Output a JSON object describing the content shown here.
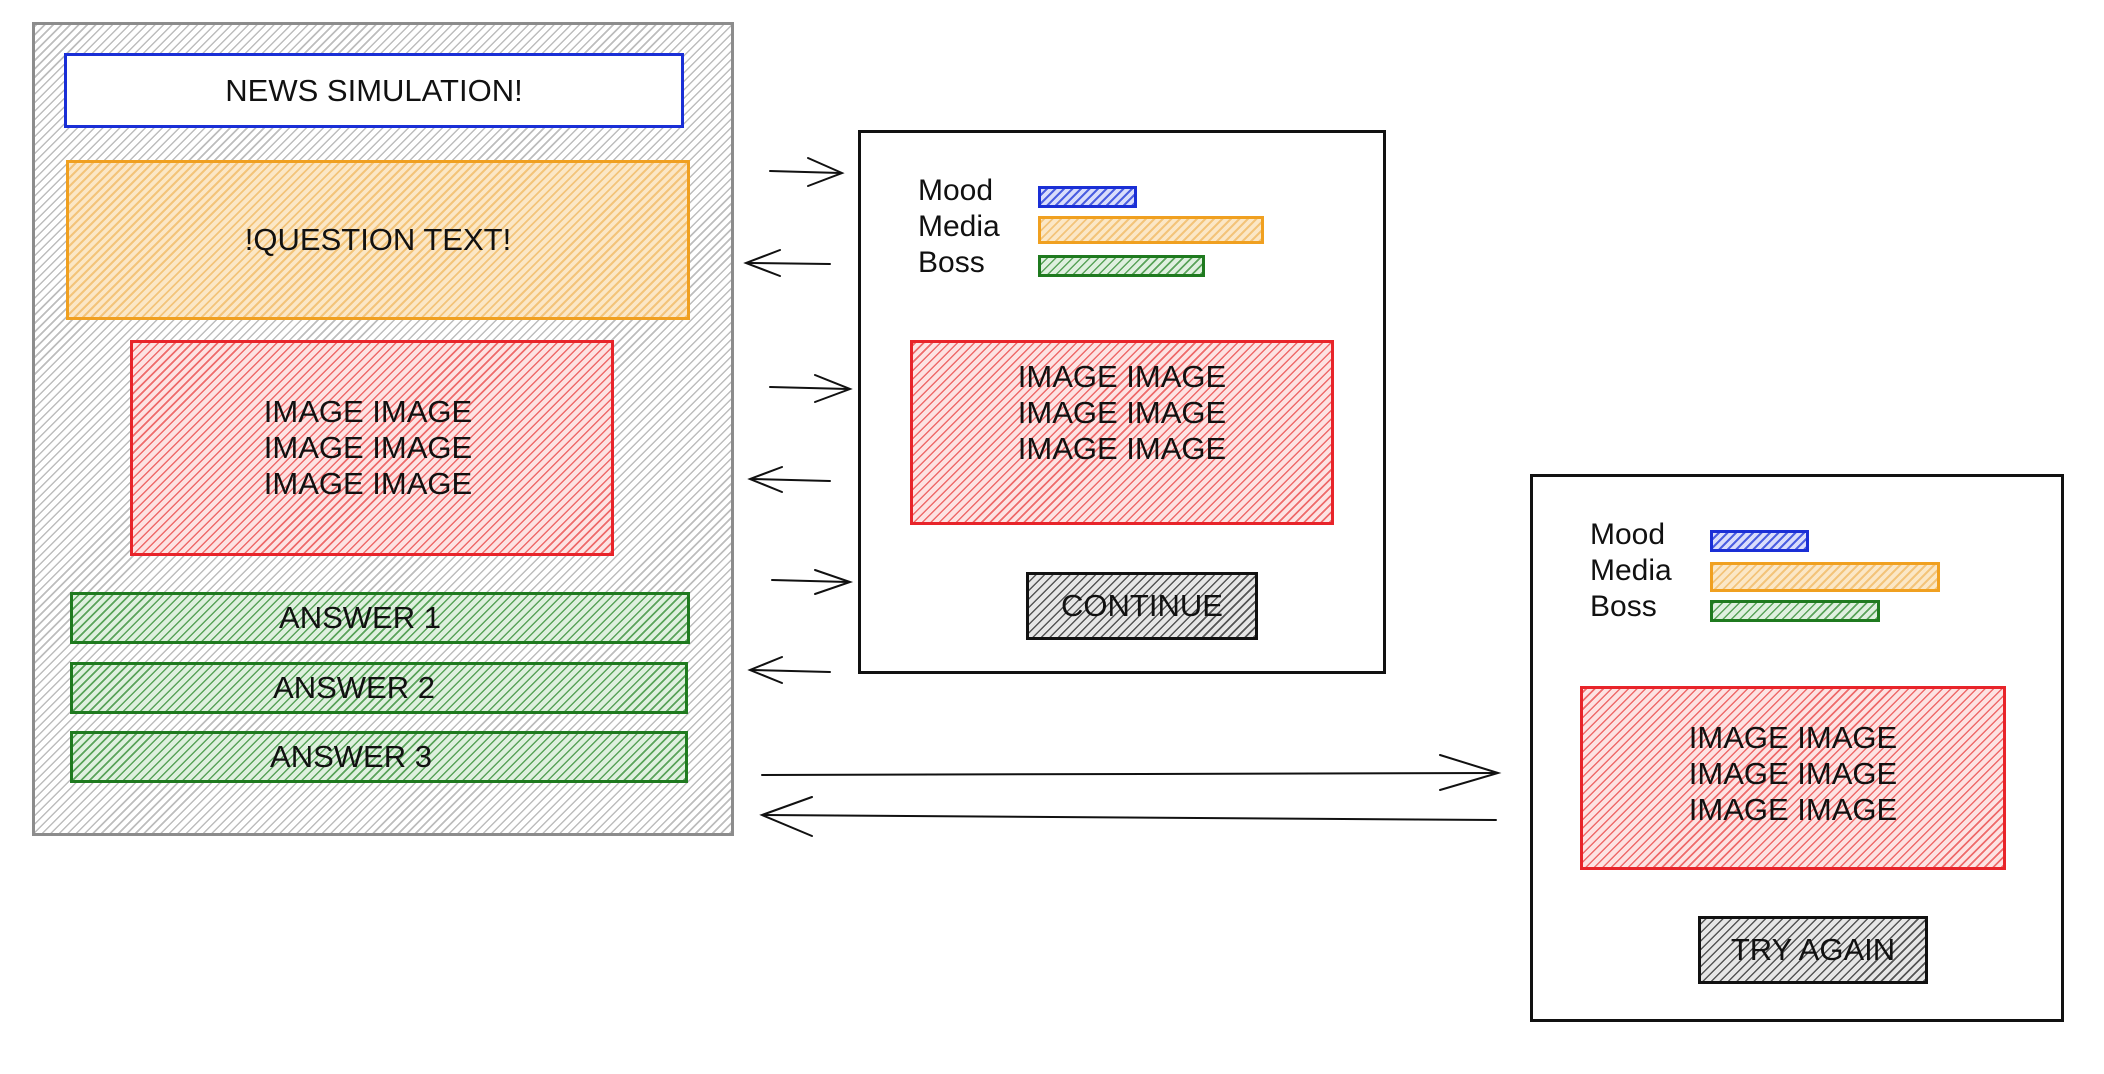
{
  "main_screen": {
    "title": "NEWS SIMULATION!",
    "question": "!QUESTION TEXT!",
    "image_lines": [
      "IMAGE IMAGE",
      "IMAGE IMAGE",
      "IMAGE IMAGE"
    ],
    "answers": [
      "ANSWER 1",
      "ANSWER 2",
      "ANSWER 3"
    ]
  },
  "result_screen": {
    "stats": [
      {
        "label": "Mood",
        "value": 0.44
      },
      {
        "label": "Media",
        "value": 1.0
      },
      {
        "label": "Boss",
        "value": 0.74
      }
    ],
    "image_lines": [
      "IMAGE IMAGE",
      "IMAGE IMAGE",
      "IMAGE IMAGE"
    ],
    "button": "CONTINUE"
  },
  "fail_screen": {
    "stats": [
      {
        "label": "Mood",
        "value": 0.43
      },
      {
        "label": "Media",
        "value": 1.0
      },
      {
        "label": "Boss",
        "value": 0.74
      }
    ],
    "image_lines": [
      "IMAGE IMAGE",
      "IMAGE IMAGE",
      "IMAGE IMAGE"
    ],
    "button": "TRY AGAIN"
  },
  "colors": {
    "title_border": "#1a2fd6",
    "question_border": "#f0a020",
    "image_border": "#e8242a",
    "answer_border": "#1f7a1f",
    "mood_bar": "#1a2fd6",
    "media_bar": "#f0a020",
    "boss_bar": "#1f7a1f"
  }
}
